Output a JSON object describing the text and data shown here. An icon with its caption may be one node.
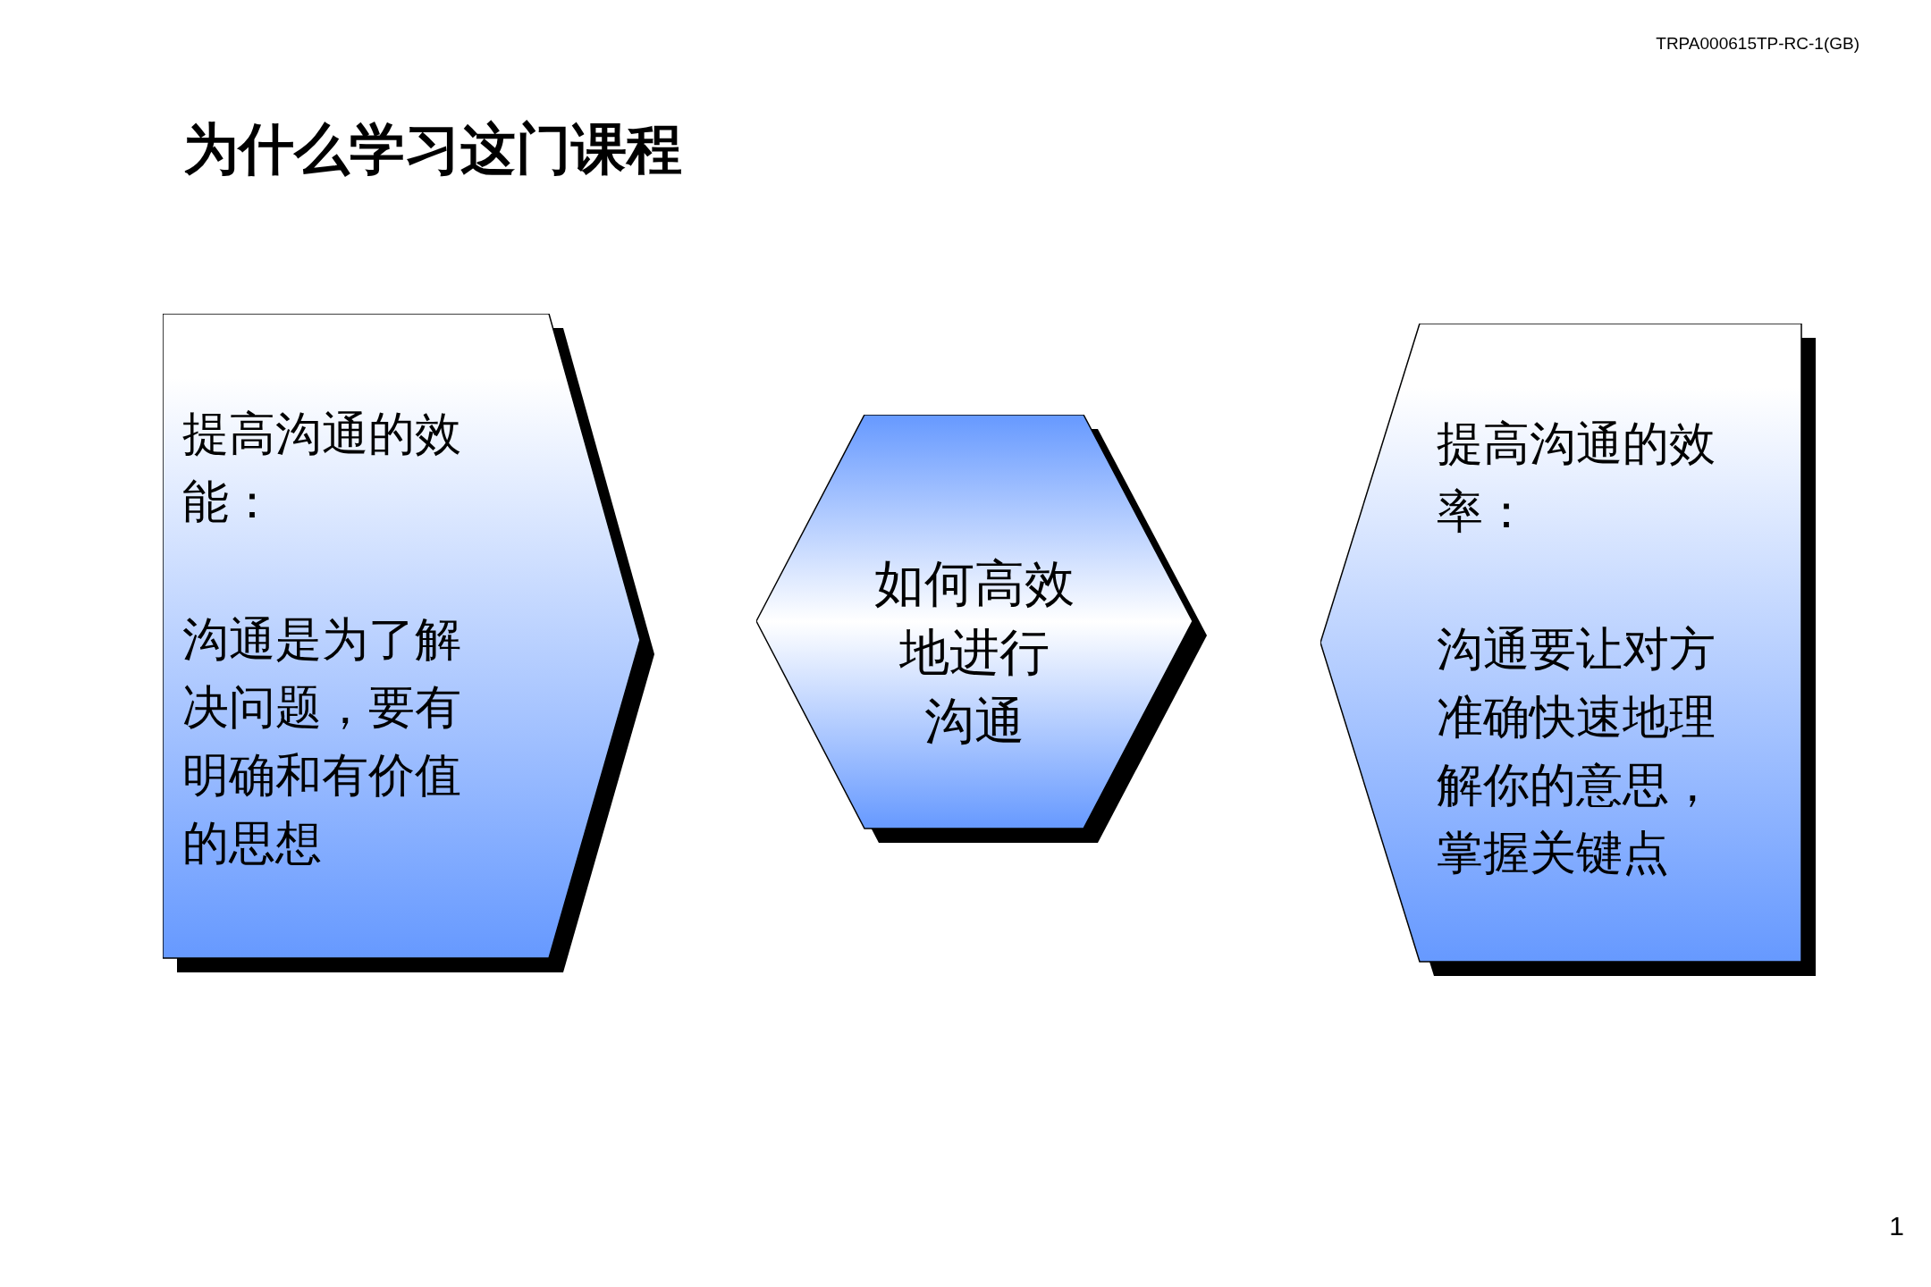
{
  "diagram": {
    "title": "为什么学习这门课程",
    "nodes": [
      {
        "text": [
          "提高沟通的效能：",
          "沟通是为了解决问题，要有明确和有价值的思想"
        ]
      },
      {
        "text": [
          "如何高效地进行沟通"
        ]
      },
      {
        "text": [
          "提高沟通的效率：",
          "沟通要让对方准确快速地理解你的意思，掌握关键点"
        ]
      }
    ],
    "labels": [
      "TRPA000615TP-RC-1(GB)",
      "1"
    ]
  }
}
